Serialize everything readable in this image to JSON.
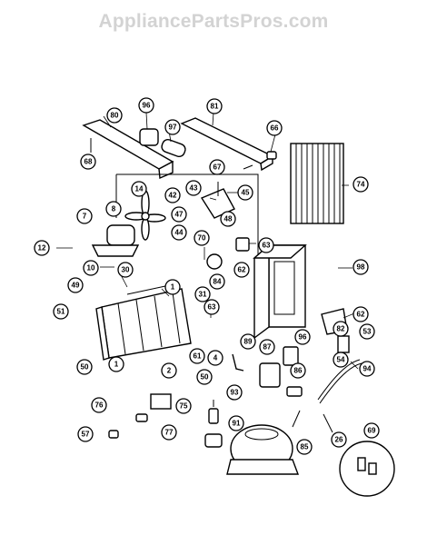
{
  "watermark": "AppliancePartsPros.com",
  "callouts": [
    "80",
    "96",
    "97",
    "81",
    "66",
    "68",
    "67",
    "74",
    "14",
    "42",
    "43",
    "45",
    "7",
    "8",
    "47",
    "48",
    "44",
    "70",
    "12",
    "63",
    "62",
    "10",
    "30",
    "98",
    "49",
    "1",
    "31",
    "84",
    "62",
    "51",
    "63",
    "82",
    "50",
    "61",
    "4",
    "53",
    "87",
    "89",
    "96",
    "54",
    "94",
    "1",
    "2",
    "50",
    "86",
    "93",
    "76",
    "75",
    "91",
    "77",
    "57",
    "85",
    "26",
    "69"
  ]
}
